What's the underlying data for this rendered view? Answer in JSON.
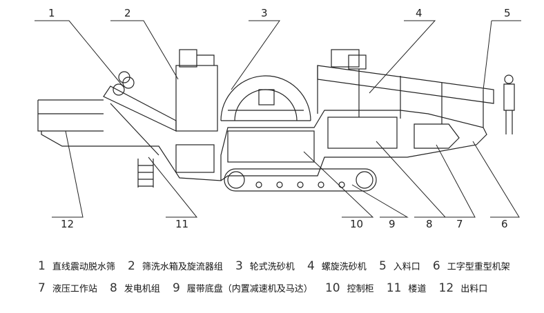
{
  "callouts": {
    "top": [
      "1",
      "2",
      "3",
      "4",
      "5"
    ],
    "bottom": [
      "12",
      "11",
      "10",
      "9",
      "8",
      "7",
      "6"
    ]
  },
  "legend": [
    {
      "n": "1",
      "label": "直线震动脱水筛"
    },
    {
      "n": "2",
      "label": "筛洗水箱及旋流器组"
    },
    {
      "n": "3",
      "label": "轮式洗砂机"
    },
    {
      "n": "4",
      "label": "螺旋洗砂机"
    },
    {
      "n": "5",
      "label": "入料口"
    },
    {
      "n": "6",
      "label": "工字型重型机架"
    },
    {
      "n": "7",
      "label": "液压工作站"
    },
    {
      "n": "8",
      "label": "发电机组"
    },
    {
      "n": "9",
      "label": "履带底盘（内置减速机及马达）"
    },
    {
      "n": "10",
      "label": "控制柜"
    },
    {
      "n": "11",
      "label": "楼道"
    },
    {
      "n": "12",
      "label": "出料口"
    }
  ]
}
